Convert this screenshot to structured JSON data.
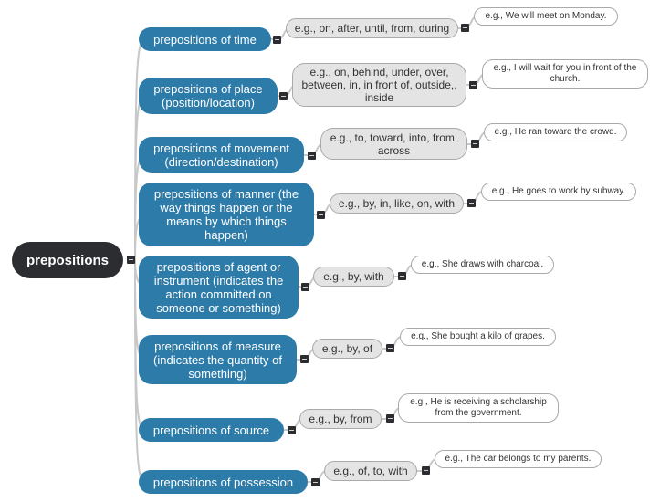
{
  "root": {
    "label": "prepositions"
  },
  "categories": [
    {
      "label": "prepositions of time",
      "examples": "e.g., on, after, until, from, during",
      "sentence": "e.g., We will meet on Monday."
    },
    {
      "label": "prepositions of place (position/location)",
      "examples": "e.g., on, behind, under, over, between, in, in front of, outside,, inside",
      "sentence": "e.g., I will wait for you in front of the church."
    },
    {
      "label": "prepositions of movement (direction/destination)",
      "examples": "e.g., to, toward, into, from, across",
      "sentence": "e.g., He ran toward the crowd."
    },
    {
      "label": "prepositions of manner (the way things happen or the means by which things happen)",
      "examples": "e.g., by, in, like, on, with",
      "sentence": "e.g., He goes to work by subway."
    },
    {
      "label": "prepositions of agent or instrument (indicates the action committed on someone or something)",
      "examples": "e.g., by, with",
      "sentence": "e.g., She draws with charcoal."
    },
    {
      "label": "prepositions of measure (indicates the quantity of something)",
      "examples": "e.g., by, of",
      "sentence": "e.g., She bought a kilo of grapes."
    },
    {
      "label": "prepositions of source",
      "examples": "e.g., by, from",
      "sentence": "e.g., He is receiving a scholarship from the government."
    },
    {
      "label": "prepositions of possession",
      "examples": "e.g., of, to, with",
      "sentence": "e.g., The car belongs to my parents."
    }
  ],
  "colors": {
    "root": "#2b2d30",
    "category": "#2d7ba8",
    "example": "#e4e4e4",
    "sentence": "#ffffff",
    "connector": "#c8c8c8",
    "toggle": "#2b2d30"
  }
}
